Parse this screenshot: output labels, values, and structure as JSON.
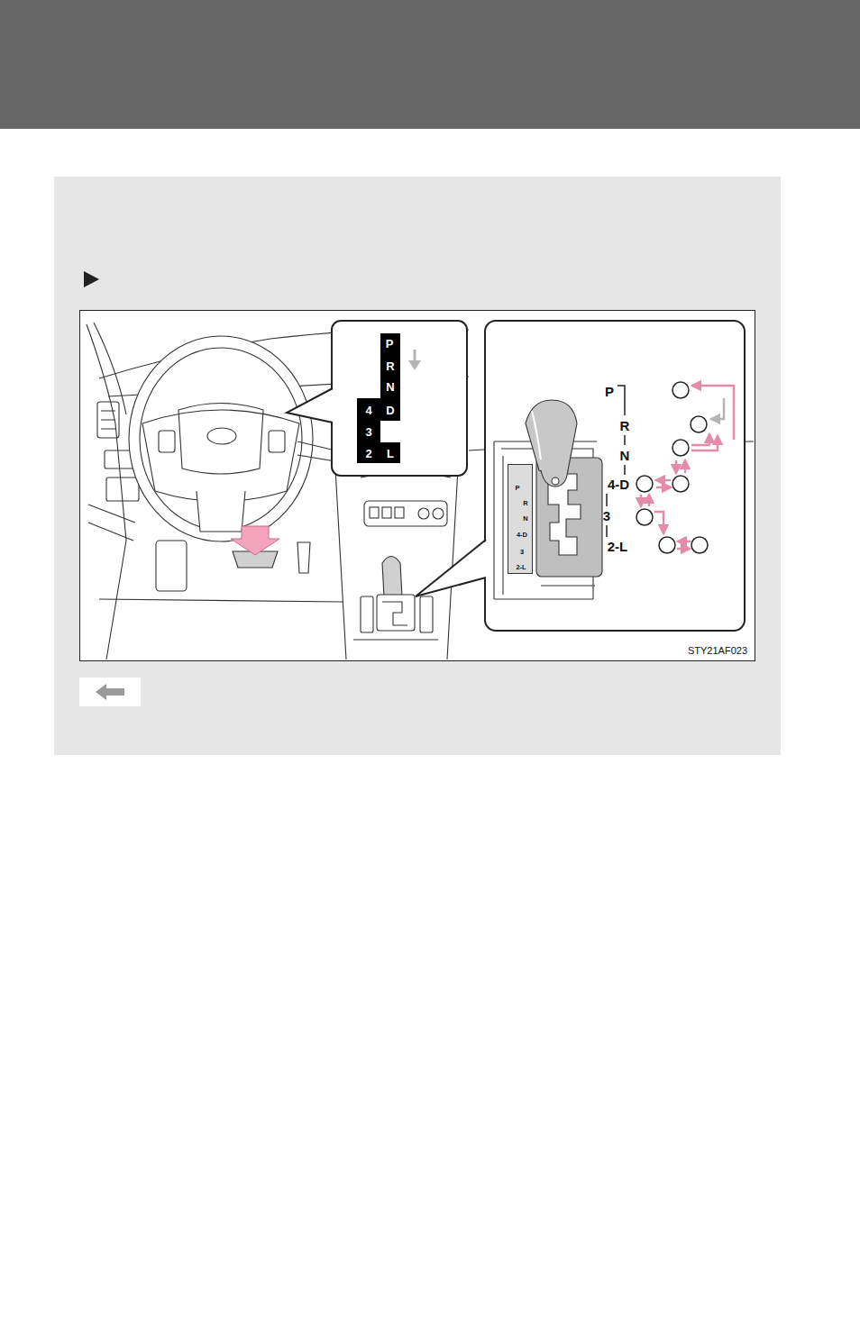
{
  "diagram": {
    "nodes": [
      {
        "text": [
          "P",
          "R",
          "N",
          "D",
          "4",
          "3",
          "2",
          "L"
        ]
      },
      {
        "text": [
          "P",
          "R",
          "N",
          "4-D",
          "3",
          "2-L"
        ]
      }
    ],
    "labels": [
      "P",
      "R",
      "N",
      "4-D",
      "3",
      "2-L",
      "STY21AF023"
    ]
  }
}
